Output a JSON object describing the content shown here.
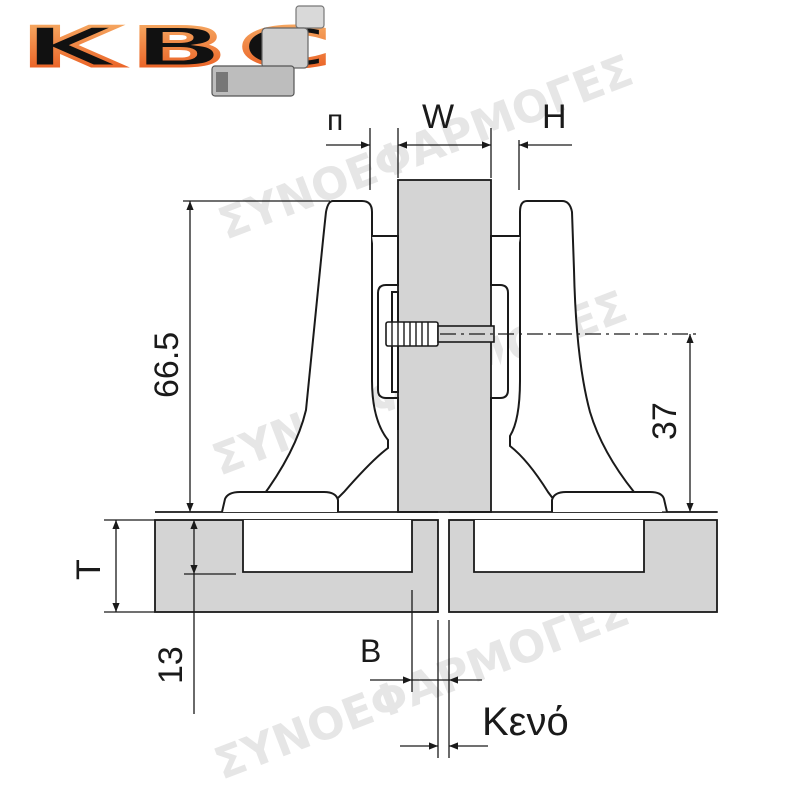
{
  "logo": {
    "text": "KBC"
  },
  "dimensions": {
    "gap_top": "п",
    "width": "W",
    "hinge_offset": "H",
    "height_total": "66.5",
    "screw_height": "37",
    "thickness": "T",
    "cup_depth": "13",
    "bore_distance": "B",
    "clearance": "Κενό"
  },
  "watermark": {
    "text": "ΣΥΝΟΕΦΑΡΜΟΓΕΣ"
  },
  "colors": {
    "panel_fill": "#d4d4d4",
    "line": "#1a1a1a",
    "logo_orange": "#f06a1f",
    "background": "#ffffff"
  }
}
